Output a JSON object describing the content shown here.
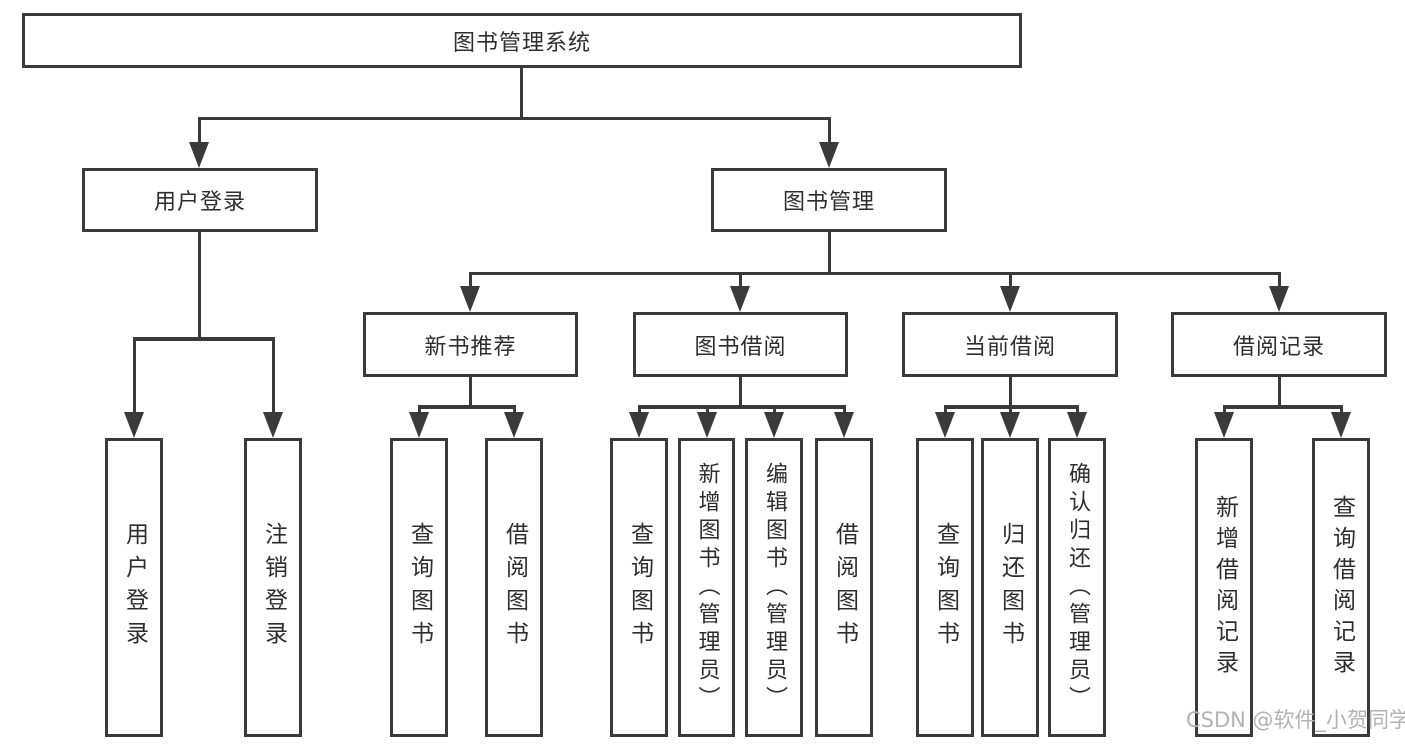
{
  "diagram": {
    "root": {
      "label": "图书管理系统"
    },
    "branches": [
      {
        "label": "用户登录",
        "children": [
          {
            "label": "用户登录"
          },
          {
            "label": "注销登录"
          }
        ]
      },
      {
        "label": "图书管理",
        "children": [
          {
            "label": "新书推荐",
            "children": [
              {
                "label": "查询图书"
              },
              {
                "label": "借阅图书"
              }
            ]
          },
          {
            "label": "图书借阅",
            "children": [
              {
                "label": "查询图书"
              },
              {
                "label": "新增图书（管理员）"
              },
              {
                "label": "编辑图书（管理员）"
              },
              {
                "label": "借阅图书"
              }
            ]
          },
          {
            "label": "当前借阅",
            "children": [
              {
                "label": "查询图书"
              },
              {
                "label": "归还图书"
              },
              {
                "label": "确认归还（管理员）"
              }
            ]
          },
          {
            "label": "借阅记录",
            "children": [
              {
                "label": "新增借阅记录"
              },
              {
                "label": "查询借阅记录"
              }
            ]
          }
        ]
      }
    ]
  },
  "watermark": {
    "text": "CSDN @软件_小贺同学"
  },
  "colors": {
    "line": "#3a3a3a",
    "box_background": "#ffffff",
    "page_background": "#ffffff",
    "watermark": "#b3b3b6"
  }
}
